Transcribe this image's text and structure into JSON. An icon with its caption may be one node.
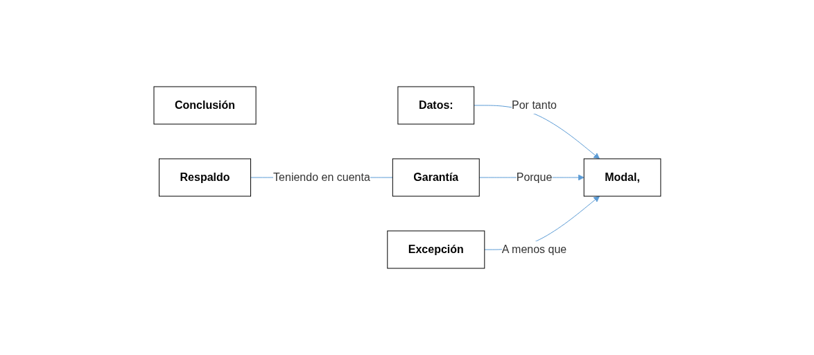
{
  "diagram": {
    "nodes": [
      {
        "text": [
          "Datos:"
        ]
      },
      {
        "text": [
          "Modal,"
        ]
      },
      {
        "text": [
          "Conclusión"
        ]
      },
      {
        "text": [
          "Garantía"
        ]
      },
      {
        "text": [
          "Respaldo"
        ]
      },
      {
        "text": [
          "Excepción"
        ]
      }
    ],
    "edges": [
      {
        "from": 0,
        "to": 1,
        "arrow": "to",
        "label": "Por tanto"
      },
      {
        "from": 3,
        "to": 1,
        "arrow": "to",
        "label": "Porque"
      },
      {
        "from": 4,
        "to": 3,
        "arrow": "none",
        "label": "Teniendo en cuenta"
      },
      {
        "from": 5,
        "to": 1,
        "arrow": "to",
        "label": "A menos que"
      }
    ]
  }
}
